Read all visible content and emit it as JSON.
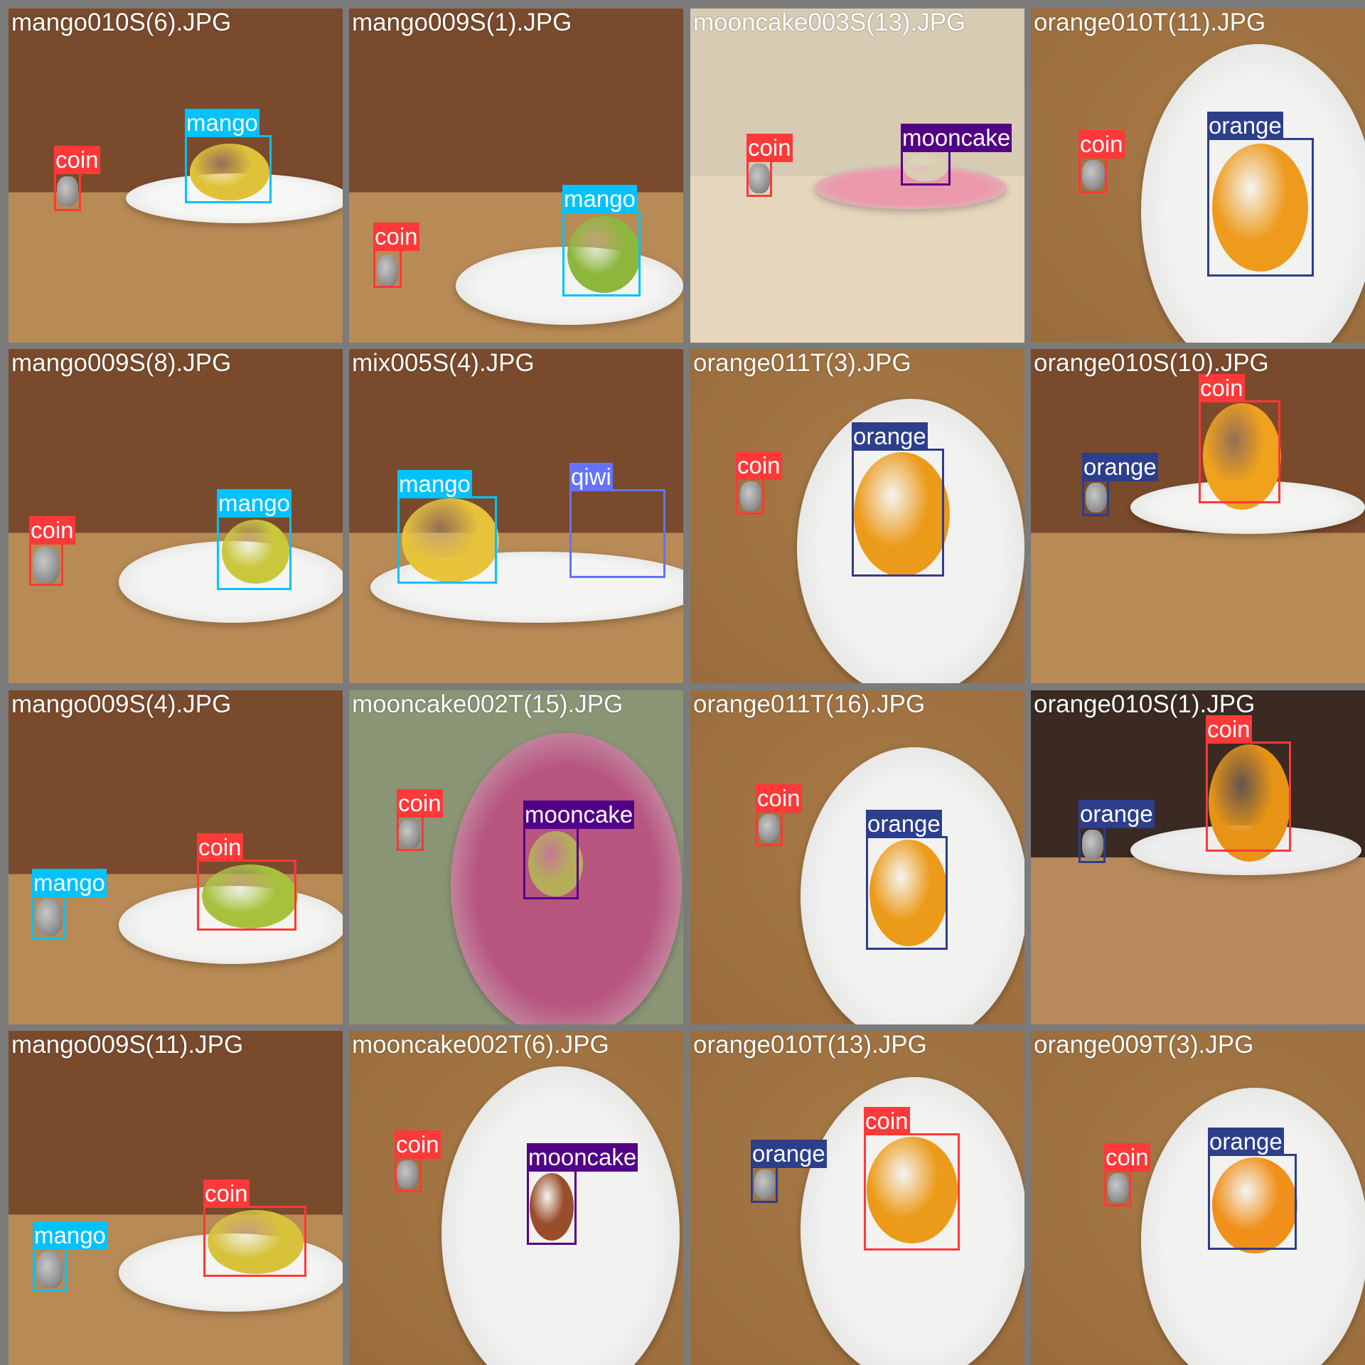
{
  "class_colors": {
    "coin": "#ff3838",
    "mango": "#00c2ff",
    "mooncake": "#520085",
    "orange": "#2c3e8c",
    "qiwi": "#6473ff"
  },
  "tiles": [
    {
      "filename": "mango010S(6).JPG",
      "scene": "side",
      "plate_color": "#f6f6f4",
      "fruit_color": "#e0c23a",
      "detections": [
        {
          "label": "coin",
          "class": "coin"
        },
        {
          "label": "mango",
          "class": "mango"
        }
      ]
    },
    {
      "filename": "mango009S(1).JPG",
      "scene": "side",
      "plate_color": "#f4f4f2",
      "fruit_color": "#8cb63c",
      "detections": [
        {
          "label": "coin",
          "class": "coin"
        },
        {
          "label": "mango",
          "class": "mango"
        }
      ]
    },
    {
      "filename": "mooncake003S(13).JPG",
      "scene": "side-light",
      "plate_color": "#eb98aa",
      "fruit_color": "#d9cfae",
      "detections": [
        {
          "label": "coin",
          "class": "coin"
        },
        {
          "label": "mooncake",
          "class": "mooncake"
        }
      ]
    },
    {
      "filename": "orange010T(11).JPG",
      "scene": "top",
      "plate_color": "#f2f2f0",
      "fruit_color": "#ee9b1d",
      "detections": [
        {
          "label": "coin",
          "class": "coin"
        },
        {
          "label": "orange",
          "class": "orange"
        }
      ]
    },
    {
      "filename": "mango009S(8).JPG",
      "scene": "side",
      "plate_color": "#f4f4f2",
      "fruit_color": "#c9c73c",
      "detections": [
        {
          "label": "coin",
          "class": "coin"
        },
        {
          "label": "mango",
          "class": "mango"
        }
      ]
    },
    {
      "filename": "mix005S(4).JPG",
      "scene": "side",
      "plate_color": "#f4f4f2",
      "fruit_color": "#e7c23a",
      "detections": [
        {
          "label": "mango",
          "class": "mango"
        },
        {
          "label": "qiwi",
          "class": "qiwi"
        }
      ]
    },
    {
      "filename": "orange011T(3).JPG",
      "scene": "top",
      "plate_color": "#f2f2f0",
      "fruit_color": "#ec9a19",
      "detections": [
        {
          "label": "coin",
          "class": "coin"
        },
        {
          "label": "orange",
          "class": "orange"
        }
      ]
    },
    {
      "filename": "orange010S(10).JPG",
      "scene": "side",
      "plate_color": "#f3f3f1",
      "fruit_color": "#f0a21d",
      "detections": [
        {
          "label": "orange",
          "class": "orange"
        },
        {
          "label": "coin",
          "class": "coin"
        }
      ]
    },
    {
      "filename": "mango009S(4).JPG",
      "scene": "side",
      "plate_color": "#f4f4f2",
      "fruit_color": "#a6c23c",
      "detections": [
        {
          "label": "mango",
          "class": "mango"
        },
        {
          "label": "coin",
          "class": "coin"
        }
      ]
    },
    {
      "filename": "mooncake002T(15).JPG",
      "scene": "top-green",
      "plate_color": "#b7557e",
      "fruit_color": "#b5ad5a",
      "detections": [
        {
          "label": "coin",
          "class": "coin"
        },
        {
          "label": "mooncake",
          "class": "mooncake"
        }
      ]
    },
    {
      "filename": "orange011T(16).JPG",
      "scene": "top",
      "plate_color": "#f2f2f0",
      "fruit_color": "#ec9a19",
      "detections": [
        {
          "label": "coin",
          "class": "coin"
        },
        {
          "label": "orange",
          "class": "orange"
        }
      ]
    },
    {
      "filename": "orange010S(1).JPG",
      "scene": "side-dark",
      "plate_color": "#eeeeee",
      "fruit_color": "#e69316",
      "detections": [
        {
          "label": "orange",
          "class": "orange"
        },
        {
          "label": "coin",
          "class": "coin"
        }
      ]
    },
    {
      "filename": "mango009S(11).JPG",
      "scene": "side",
      "plate_color": "#f4f4f2",
      "fruit_color": "#d7c23a",
      "detections": [
        {
          "label": "mango",
          "class": "mango"
        },
        {
          "label": "coin",
          "class": "coin"
        }
      ]
    },
    {
      "filename": "mooncake002T(6).JPG",
      "scene": "top",
      "plate_color": "#f2f2f0",
      "fruit_color": "#9a4d2a",
      "detections": [
        {
          "label": "coin",
          "class": "coin"
        },
        {
          "label": "mooncake",
          "class": "mooncake"
        }
      ]
    },
    {
      "filename": "orange010T(13).JPG",
      "scene": "top",
      "plate_color": "#f2f2f0",
      "fruit_color": "#ec9a19",
      "detections": [
        {
          "label": "orange",
          "class": "orange"
        },
        {
          "label": "coin",
          "class": "coin"
        }
      ]
    },
    {
      "filename": "orange009T(3).JPG",
      "scene": "top",
      "plate_color": "#f2f2f0",
      "fruit_color": "#f08f1a",
      "detections": [
        {
          "label": "coin",
          "class": "coin"
        },
        {
          "label": "orange",
          "class": "orange"
        }
      ]
    }
  ]
}
